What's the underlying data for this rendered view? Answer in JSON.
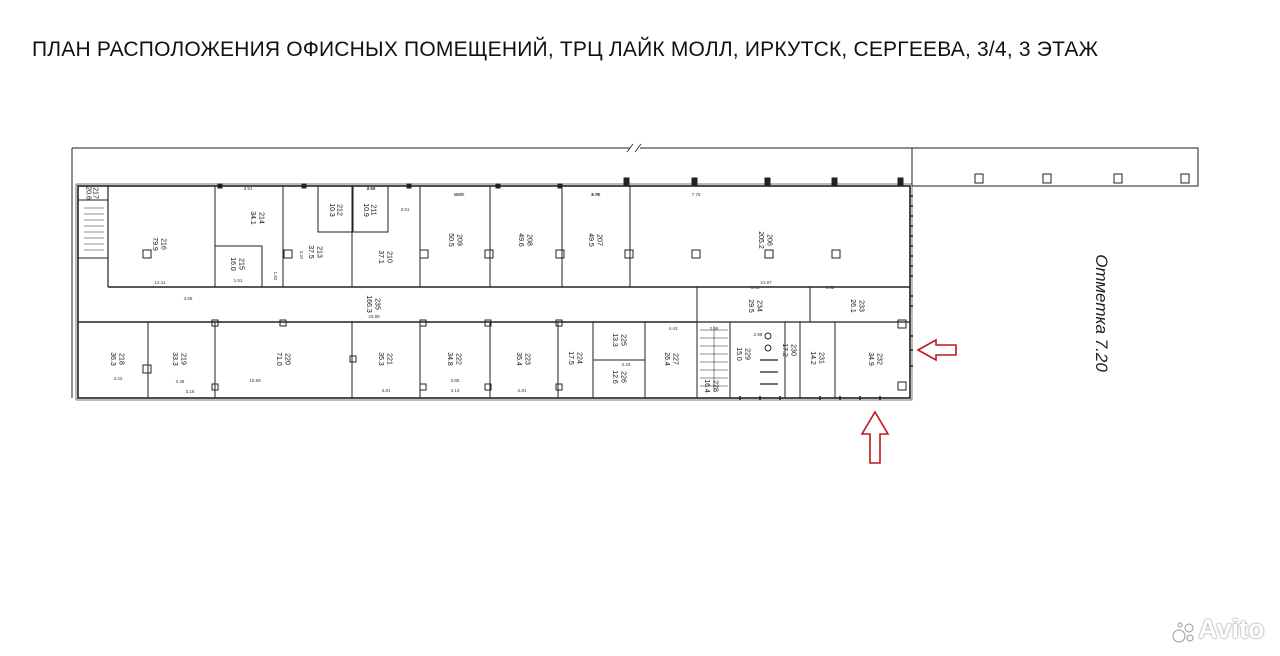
{
  "title": "ПЛАН РАСПОЛОЖЕНИЯ ОФИСНЫХ ПОМЕЩЕНИЙ, ТРЦ ЛАЙК МОЛЛ, ИРКУТСК, СЕРГЕЕВА, 3/4, 3 ЭТАЖ",
  "elevation_label": "Отметка 7.20",
  "watermark": "Avito",
  "rooms": [
    {
      "id": "217",
      "number": "217",
      "area": "20.6"
    },
    {
      "id": "216",
      "number": "216",
      "area": "79.9"
    },
    {
      "id": "214",
      "number": "214",
      "area": "34.1"
    },
    {
      "id": "215",
      "number": "215",
      "area": "16.0"
    },
    {
      "id": "213",
      "number": "213",
      "area": "37.5"
    },
    {
      "id": "212",
      "number": "212",
      "area": "10.3"
    },
    {
      "id": "211",
      "number": "211",
      "area": "10.9"
    },
    {
      "id": "210",
      "number": "210",
      "area": "37.1"
    },
    {
      "id": "209",
      "number": "209",
      "area": "50.5"
    },
    {
      "id": "208",
      "number": "208",
      "area": "49.6"
    },
    {
      "id": "207",
      "number": "207",
      "area": "49.5"
    },
    {
      "id": "206",
      "number": "206",
      "area": "205.2"
    },
    {
      "id": "235",
      "number": "235",
      "area": "166.3"
    },
    {
      "id": "234",
      "number": "234",
      "area": "29.5"
    },
    {
      "id": "233",
      "number": "233",
      "area": "26.1"
    },
    {
      "id": "218",
      "number": "218",
      "area": "36.3"
    },
    {
      "id": "219",
      "number": "219",
      "area": "33.3"
    },
    {
      "id": "220",
      "number": "220",
      "area": "71.0"
    },
    {
      "id": "221",
      "number": "221",
      "area": "35.3"
    },
    {
      "id": "222",
      "number": "222",
      "area": "34.8"
    },
    {
      "id": "223",
      "number": "223",
      "area": "35.4"
    },
    {
      "id": "224",
      "number": "224",
      "area": "17.5"
    },
    {
      "id": "225",
      "number": "225",
      "area": "13.3"
    },
    {
      "id": "226",
      "number": "226",
      "area": "12.6"
    },
    {
      "id": "227",
      "number": "227",
      "area": "26.4"
    },
    {
      "id": "228",
      "number": "228",
      "area": "16.4"
    },
    {
      "id": "229",
      "number": "229",
      "area": "15.0"
    },
    {
      "id": "230",
      "number": "230",
      "area": "17.2"
    },
    {
      "id": "231",
      "number": "231",
      "area": "14.2"
    },
    {
      "id": "232",
      "number": "232",
      "area": "34.9"
    }
  ],
  "dimensions": [
    "3.91",
    "3.97",
    "3.79",
    "2.65",
    "5.40",
    "3.51",
    "3.37",
    "5.97",
    "5.79",
    "7.75",
    "21.07",
    "8.62",
    "4.43",
    "8.43",
    "3.59",
    "3.85",
    "3.81",
    "2.58",
    "2.98",
    "3.16",
    "10.69",
    "3.48",
    "4.22",
    "4.13",
    "2.81",
    "23.98",
    "12.11",
    "1.82",
    "1.51",
    "2.43"
  ],
  "colors": {
    "line": "#222222",
    "arrow": "#c0161c",
    "background": "#ffffff"
  }
}
